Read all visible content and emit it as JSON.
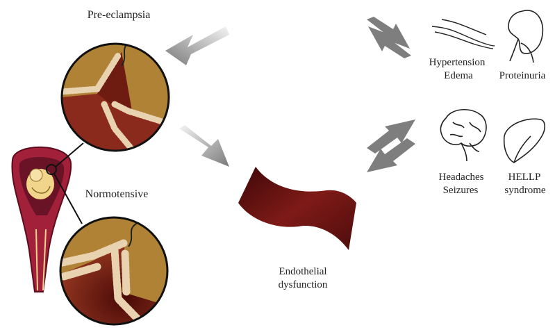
{
  "labels": {
    "pre_eclampsia": "Pre-eclampsia",
    "normotensive": "Normotensive",
    "endothelial_line1": "Endothelial",
    "endothelial_line2": "dysfunction",
    "hypertension": "Hypertension",
    "edema": "Edema",
    "proteinuria": "Proteinuria",
    "headaches": "Headaches",
    "seizures": "Seizures",
    "hellp_line1": "HELLP",
    "hellp_line2": "syndrome"
  },
  "colors": {
    "placenta_bg": "#b08235",
    "tissue_red": "#8a2a1c",
    "tissue_dark": "#5a1209",
    "cell_fill": "#e9d2b0",
    "arrow_gray": "#8a8a8a",
    "uterus_red": "#a3203a",
    "uterus_dark": "#5c0c1c",
    "fetus_yellow": "#f1d58a",
    "vessel_dark": "#4e0d0d",
    "vessel_mid": "#7e1a17",
    "organ_stroke": "#222222"
  },
  "icons": [
    "uterus-fetus-icon",
    "vascular-lines-icon",
    "kidney-icon",
    "brain-icon",
    "liver-icon"
  ]
}
